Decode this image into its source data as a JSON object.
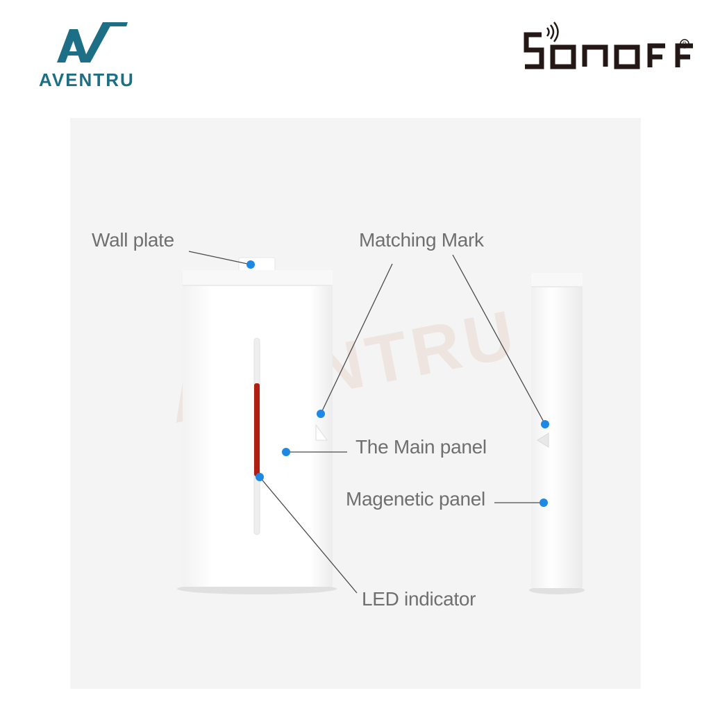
{
  "brand_left": {
    "name": "AVENTRU"
  },
  "brand_right": {
    "name": "SONOFF"
  },
  "watermark": "AVENTRU",
  "labels": {
    "wall_plate": "Wall plate",
    "matching_mark": "Matching Mark",
    "main_panel": "The Main panel",
    "magnetic_panel": "Magenetic panel",
    "led_indicator": "LED indicator"
  },
  "colors": {
    "brand_teal": "#1d6f86",
    "callout_dot": "#1e88e5",
    "led": "#b01e12",
    "label_text": "#6f6f6f"
  }
}
